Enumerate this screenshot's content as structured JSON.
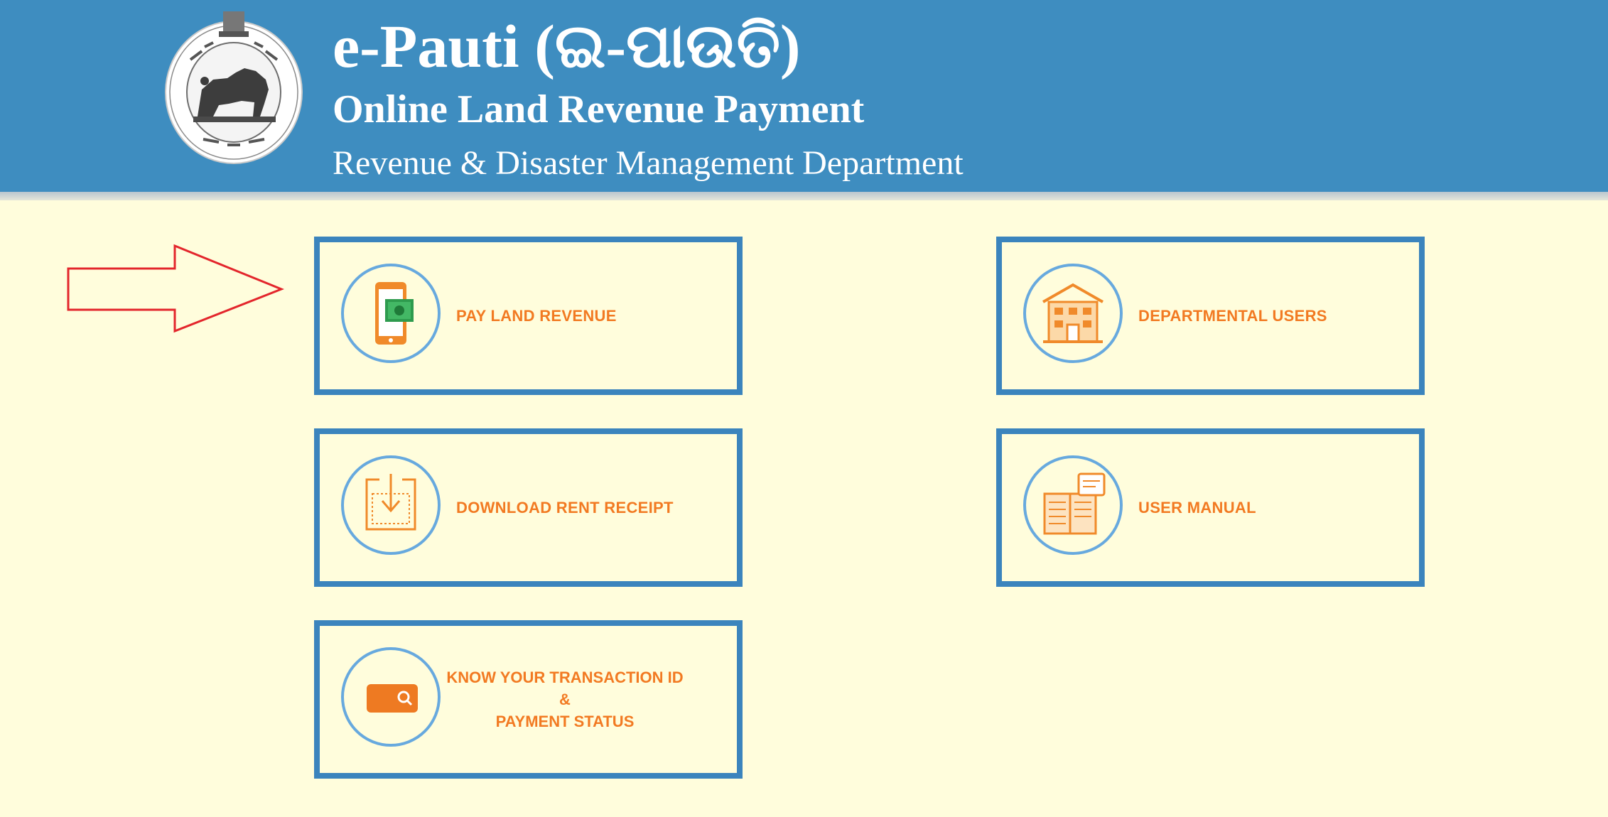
{
  "header": {
    "title": "e-Pauti (ଇ-ପାଉତି)",
    "subtitle": "Online Land Revenue Payment",
    "department": "Revenue & Disaster Management Department"
  },
  "colors": {
    "header_blue": "#3e8dc0",
    "page_bg": "#fffddc",
    "card_border": "#3b84bd",
    "accent_orange": "#f27a22",
    "annotation_red": "#e3262c"
  },
  "menu": {
    "pay_land_revenue": {
      "label": "PAY LAND REVENUE",
      "icon": "mobile-payment-icon"
    },
    "departmental_users": {
      "label": "DEPARTMENTAL USERS",
      "icon": "building-icon"
    },
    "download_rent_receipt": {
      "label": "DOWNLOAD RENT RECEIPT",
      "icon": "download-icon"
    },
    "user_manual": {
      "label": "USER MANUAL",
      "icon": "book-icon"
    },
    "transaction_status": {
      "line1": "KNOW YOUR TRANSACTION ID",
      "line2": "&",
      "line3": "PAYMENT STATUS",
      "icon": "search-icon"
    }
  }
}
